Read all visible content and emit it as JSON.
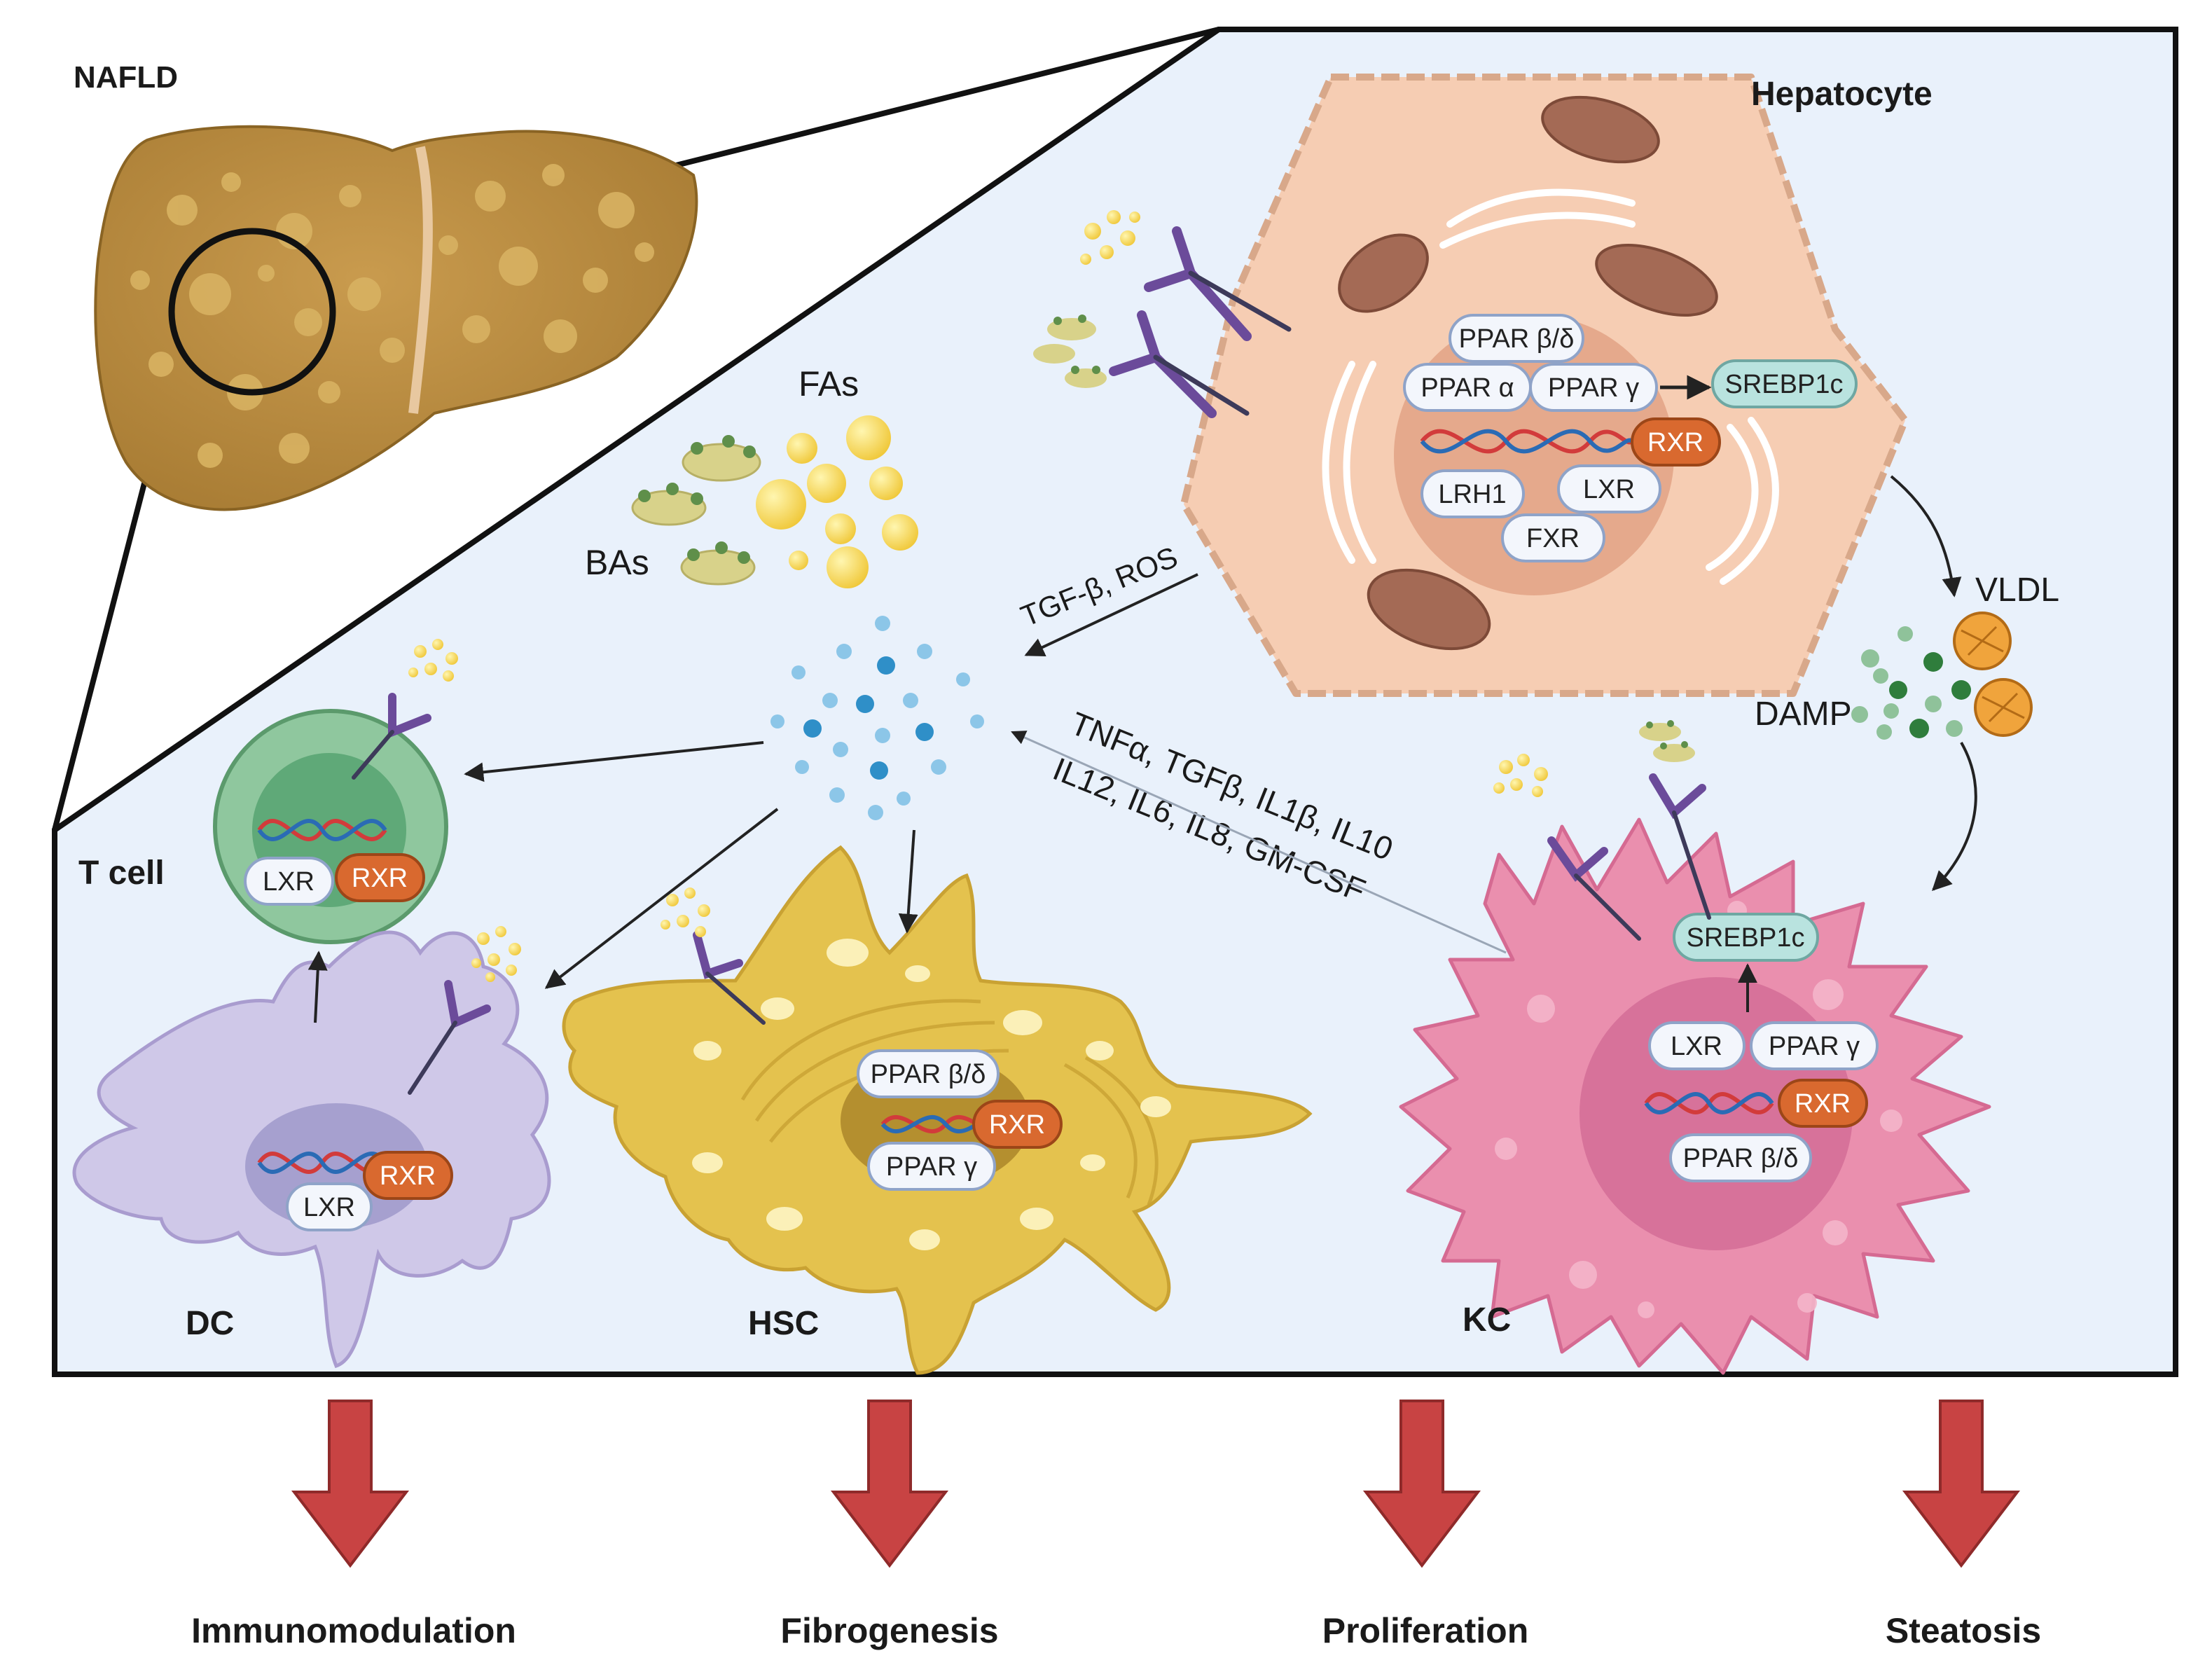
{
  "liver": {
    "title": "NAFLD"
  },
  "hepatocyte": {
    "title": "Hepatocyte",
    "receptors": [
      "PPAR β/δ",
      "PPAR α",
      "PPAR γ",
      "RXR",
      "LRH1",
      "LXR",
      "FXR"
    ],
    "target": "SREBP1c"
  },
  "ligands": {
    "fas": "FAs",
    "bas": "BAs"
  },
  "signals": {
    "tgf_ros": "TGF-β, ROS",
    "cytokines_line1": "TNFα, TGFβ,  IL1β,  IL10",
    "cytokines_line2": "IL12, IL6, IL8, GM-CSF",
    "vldl": "VLDL",
    "damp": "DAMP"
  },
  "tcell": {
    "title": "T cell",
    "receptors": [
      "LXR",
      "RXR"
    ]
  },
  "dc": {
    "title": "DC",
    "receptors": [
      "RXR",
      "LXR"
    ]
  },
  "hsc": {
    "title": "HSC",
    "receptors": [
      "PPAR β/δ",
      "RXR",
      "PPAR γ"
    ]
  },
  "kc": {
    "title": "KC",
    "target": "SREBP1c",
    "receptors": [
      "LXR",
      "PPAR γ",
      "RXR",
      "PPAR β/δ"
    ]
  },
  "outcomes": [
    "Immunomodulation",
    "Fibrogenesis",
    "Proliferation",
    "Steatosis"
  ],
  "colors": {
    "panel": "#e9f1fb",
    "hepatocyte": "#f6cdb3",
    "tcell": "#8fc79e",
    "dc": "#cfc8e8",
    "hsc": "#e4c24e",
    "kc": "#ea8fae",
    "rxr": "#d9692f",
    "srebp": "#b9e3df",
    "arrow": "#c84343",
    "receptor": "#6b4b9a"
  }
}
